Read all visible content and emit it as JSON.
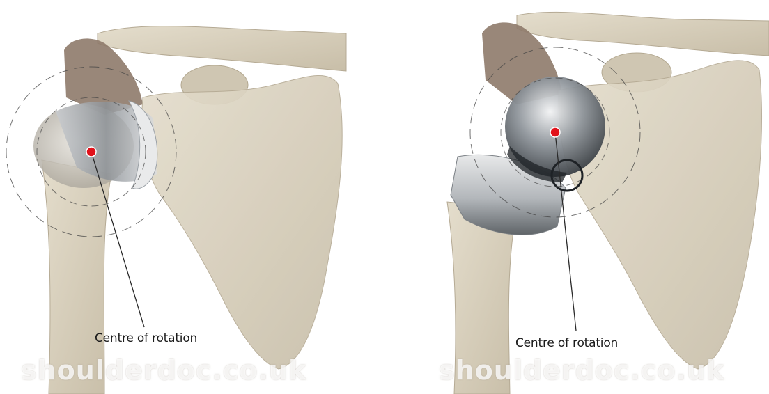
{
  "panels": [
    {
      "id": "anatomic-shoulder-replacement",
      "callout_label": "Centre of rotation",
      "watermark": "shoulderdoc.co.uk"
    },
    {
      "id": "reverse-shoulder-replacement",
      "callout_label": "Centre of rotation",
      "watermark": "shoulderdoc.co.uk"
    }
  ],
  "colors": {
    "bone": "#d9d2c0",
    "bone_shadow": "#b9ae96",
    "acromion_muscle": "#8e7a6a",
    "metal": "#9aa0a6",
    "centre_dot": "#e1121b",
    "background": "#ffffff"
  },
  "icons": [
    "red-dot-centre-icon"
  ]
}
